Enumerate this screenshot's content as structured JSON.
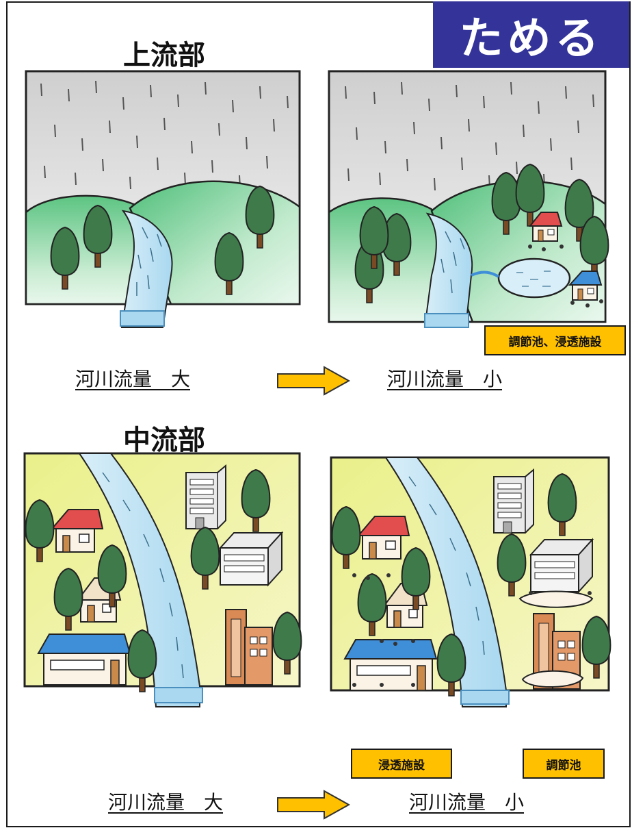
{
  "badge": "ためる",
  "upstream": {
    "title": "上流部",
    "before_flow": "河川流量　大",
    "after_flow": "河川流量　小",
    "facility_label": "調節池、浸透施設"
  },
  "midstream": {
    "title": "中流部",
    "before_flow": "河川流量　大",
    "after_flow": "河川流量　小",
    "infiltration_label": "浸透施設",
    "detention_label": "調節池"
  },
  "colors": {
    "badge_bg": "#33339a",
    "label_bg": "#ffc000",
    "arrow_fill": "#ffc000",
    "hill_green": "#5cc482",
    "field_yellow": "#f3f2a8",
    "river_blue": "#c5e6f6",
    "tree_green": "#3f7a4b",
    "trunk_brown": "#7a4a24",
    "red_roof": "#e24d4d",
    "blue_roof": "#3f8ed8"
  }
}
